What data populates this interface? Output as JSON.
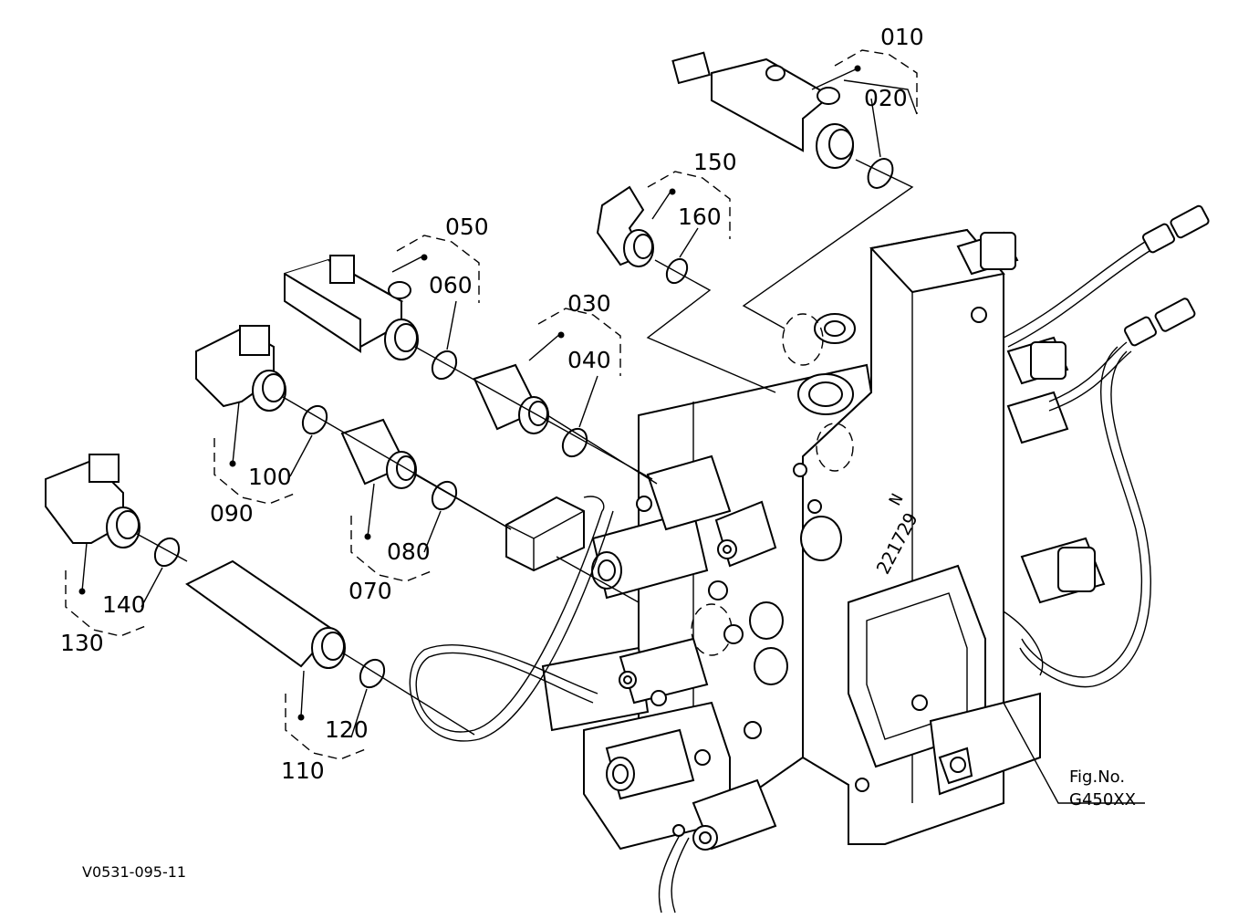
{
  "callouts": [
    {
      "id": "010",
      "text": "010"
    },
    {
      "id": "020",
      "text": "020"
    },
    {
      "id": "030",
      "text": "030"
    },
    {
      "id": "040",
      "text": "040"
    },
    {
      "id": "050",
      "text": "050"
    },
    {
      "id": "060",
      "text": "060"
    },
    {
      "id": "070",
      "text": "070"
    },
    {
      "id": "080",
      "text": "080"
    },
    {
      "id": "090",
      "text": "090"
    },
    {
      "id": "100",
      "text": "100"
    },
    {
      "id": "110",
      "text": "110"
    },
    {
      "id": "120",
      "text": "120"
    },
    {
      "id": "130",
      "text": "130"
    },
    {
      "id": "140",
      "text": "140"
    },
    {
      "id": "150",
      "text": "150"
    },
    {
      "id": "160",
      "text": "160"
    }
  ],
  "figure": {
    "label": "Fig.No.",
    "number": "G450XX"
  },
  "drawing_code": "V0531-095-11",
  "stamp": "221729",
  "stamp_letter": "N"
}
